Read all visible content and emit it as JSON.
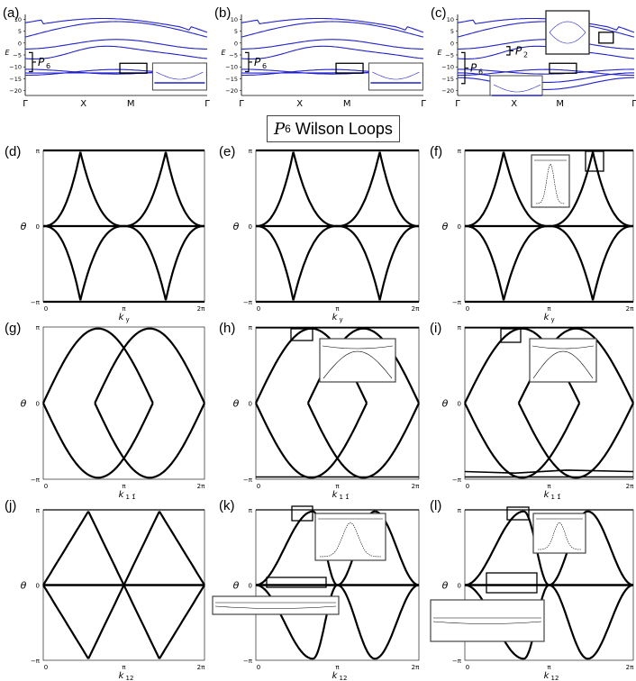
{
  "title": {
    "prefix": "P",
    "sub": "6",
    "rest": "Wilson Loops"
  },
  "band_panels": [
    {
      "label": "(a)",
      "kpath": [
        "Γ",
        "X",
        "M",
        "Γ"
      ],
      "kpath_show": [
        true,
        false,
        false,
        true
      ],
      "ylabel": "E",
      "yticks": [
        "10",
        "5",
        "0",
        "−5",
        "−10",
        "−15",
        "−20"
      ],
      "brace_label": "P",
      "brace_sub": "6"
    },
    {
      "label": "(b)",
      "kpath": [
        "Γ",
        "X",
        "M",
        "Γ"
      ],
      "kpath_show": [
        true,
        false,
        false,
        true
      ],
      "ylabel": "E",
      "yticks": [
        "10",
        "5",
        "0",
        "−5",
        "−10",
        "−15",
        "−20"
      ],
      "brace_label": "P",
      "brace_sub": "6"
    },
    {
      "label": "(c)",
      "kpath": [
        "Γ",
        "X",
        "M",
        "Γ"
      ],
      "kpath_show": [
        true,
        false,
        false,
        true
      ],
      "ylabel": "E",
      "yticks": [
        "10",
        "5",
        "0",
        "−5",
        "−10",
        "−15",
        "−20"
      ],
      "brace_label": "P",
      "brace_sub": "6",
      "brace2_label": "P",
      "brace2_sub": "2"
    }
  ],
  "wilson_panels": [
    {
      "label": "(d)",
      "xlabel": "k",
      "xsub": "y",
      "ylabel": "θ",
      "yticks": [
        "π",
        "0",
        "−π"
      ],
      "xticks": [
        "0",
        "π",
        "2π"
      ]
    },
    {
      "label": "(e)",
      "xlabel": "k",
      "xsub": "y",
      "ylabel": "θ",
      "yticks": [
        "π",
        "0",
        "−π"
      ],
      "xticks": [
        "0",
        "π",
        "2π"
      ]
    },
    {
      "label": "(f)",
      "xlabel": "k",
      "xsub": "y",
      "ylabel": "θ",
      "yticks": [
        "π",
        "0",
        "−π"
      ],
      "xticks": [
        "0",
        "π",
        "2π"
      ]
    },
    {
      "label": "(g)",
      "xlabel": "k",
      "xsub": "1 1̄",
      "ylabel": "θ",
      "yticks": [
        "π",
        "0",
        "−π"
      ],
      "xticks": [
        "0",
        "π",
        "2π"
      ]
    },
    {
      "label": "(h)",
      "xlabel": "k",
      "xsub": "1 1̄",
      "ylabel": "θ",
      "yticks": [
        "π",
        "0",
        "−π"
      ],
      "xticks": [
        "0",
        "π",
        "2π"
      ]
    },
    {
      "label": "(i)",
      "xlabel": "k",
      "xsub": "1 1̄",
      "ylabel": "θ",
      "yticks": [
        "π",
        "0",
        "−π"
      ],
      "xticks": [
        "0",
        "π",
        "2π"
      ]
    },
    {
      "label": "(j)",
      "xlabel": "k",
      "xsub": "12",
      "ylabel": "θ",
      "yticks": [
        "π",
        "0",
        "−π"
      ],
      "xticks": [
        "0",
        "π",
        "2π"
      ]
    },
    {
      "label": "(k)",
      "xlabel": "k",
      "xsub": "12",
      "ylabel": "θ",
      "yticks": [
        "π",
        "0",
        "−π"
      ],
      "xticks": [
        "0",
        "π",
        "2π"
      ]
    },
    {
      "label": "(l)",
      "xlabel": "k",
      "xsub": "12",
      "ylabel": "θ",
      "yticks": [
        "π",
        "0",
        "−π"
      ],
      "xticks": [
        "0",
        "π",
        "2π"
      ]
    }
  ],
  "colors": {
    "band": "#2222cc",
    "wilson": "#000000"
  }
}
